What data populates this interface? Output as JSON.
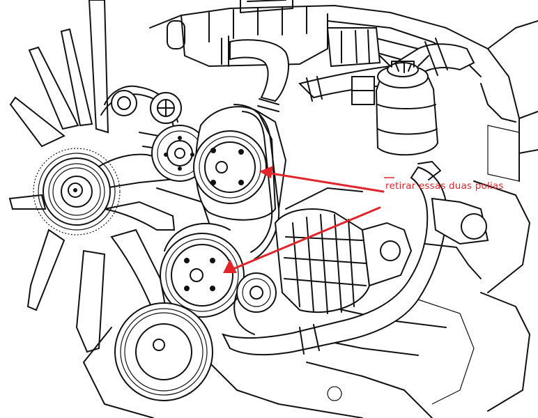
{
  "annotation": {
    "text": "retirar essas duas polias",
    "color": "#e2242b"
  },
  "line_color": "#111111",
  "background": "#ffffff",
  "components": [
    "fan",
    "fan-clutch",
    "upper-pulley",
    "lower-pulley",
    "crankshaft-pulley",
    "alternator",
    "power-steering-reservoir",
    "coolant-hose",
    "water-pump"
  ]
}
